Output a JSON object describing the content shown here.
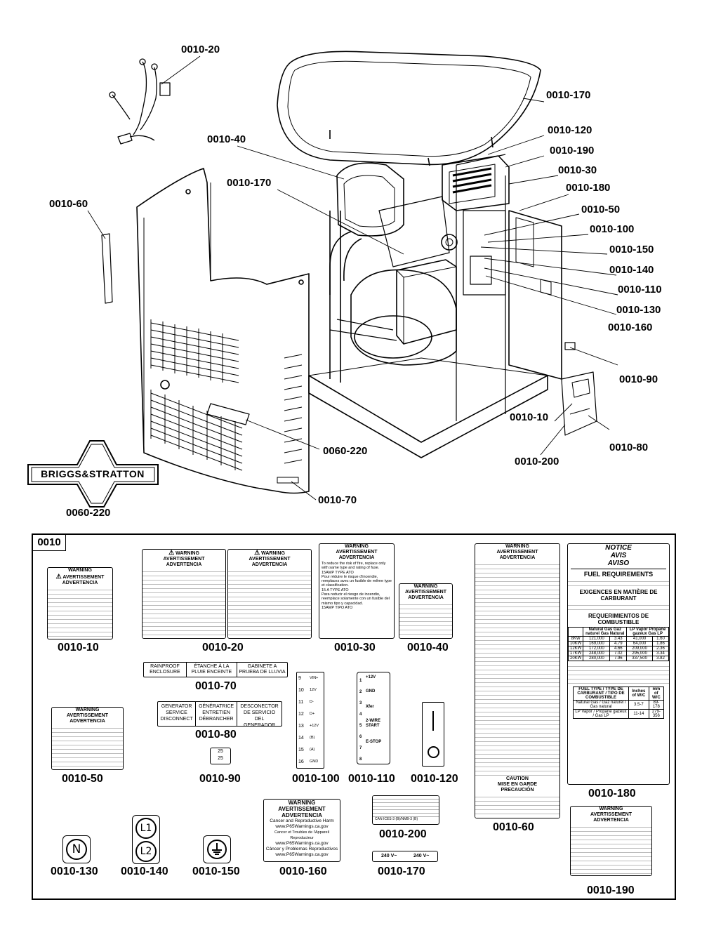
{
  "diagram_callouts": [
    {
      "id": "c20",
      "text": "0010-20"
    },
    {
      "id": "c170a",
      "text": "0010-170"
    },
    {
      "id": "c120",
      "text": "0010-120"
    },
    {
      "id": "c190",
      "text": "0010-190"
    },
    {
      "id": "c40",
      "text": "0010-40"
    },
    {
      "id": "c30",
      "text": "0010-30"
    },
    {
      "id": "c170b",
      "text": "0010-170"
    },
    {
      "id": "c180",
      "text": "0010-180"
    },
    {
      "id": "c60",
      "text": "0010-60"
    },
    {
      "id": "c50",
      "text": "0010-50"
    },
    {
      "id": "c100",
      "text": "0010-100"
    },
    {
      "id": "c150",
      "text": "0010-150"
    },
    {
      "id": "c140",
      "text": "0010-140"
    },
    {
      "id": "c110",
      "text": "0010-110"
    },
    {
      "id": "c130",
      "text": "0010-130"
    },
    {
      "id": "c160",
      "text": "0010-160"
    },
    {
      "id": "c90",
      "text": "0010-90"
    },
    {
      "id": "c10",
      "text": "0010-10"
    },
    {
      "id": "c220a",
      "text": "0060-220"
    },
    {
      "id": "c80",
      "text": "0010-80"
    },
    {
      "id": "c200",
      "text": "0010-200"
    },
    {
      "id": "c70",
      "text": "0010-70"
    },
    {
      "id": "c220b",
      "text": "0060-220"
    }
  ],
  "logo_text": "BRIGGS&STRATTON",
  "kit": {
    "tag": "0010",
    "part_labels": {
      "p10": "0010-10",
      "p20": "0010-20",
      "p30": "0010-30",
      "p40": "0010-40",
      "p60": "0010-60",
      "p180": "0010-180",
      "p70": "0010-70",
      "p80": "0010-80",
      "p50": "0010-50",
      "p90": "0010-90",
      "p100": "0010-100",
      "p110": "0010-110",
      "p120": "0010-120",
      "p200": "0010-200",
      "p190": "0010-190",
      "p130": "0010-130",
      "p140": "0010-140",
      "p150": "0010-150",
      "p160": "0010-160",
      "p170": "0010-170"
    },
    "warning_banner": [
      "WARNING",
      "AVERTISSEMENT",
      "ADVERTENCIA"
    ],
    "decal_70": [
      "RAINPROOF ENCLOSURE",
      "ÉTANCHE À LA PLUIE ENCEINTE",
      "GABINETE A PRUEBA DE LLUVIA"
    ],
    "decal_80": [
      "GENERATOR SERVICE DISCONNECT",
      "GÉNÉRATRICE ENTRETIEN DÉBRANCHER",
      "DESCONECTOR DE SERVICIO DEL GENERADOR"
    ],
    "decal_30_text": {
      "en": "To reduce the risk of fire, replace only with same type and rating of fuse.",
      "en_spec": "15AMP TYPE ATO",
      "fr": "Pour réduire le risque d'incendie, remplacez avec un fusible de même type et classification.",
      "fr_spec": "15 A TYPE ATO",
      "es": "Para reducir el riesgo de incendio, reemplace solamente con un fusible del mismo tipo y capacidad.",
      "es_spec": "15AMP TIPO ATO"
    },
    "decal_110_terminals": [
      "+12V",
      "GND",
      "Xfer",
      "2-WIRE START",
      "E-STOP"
    ],
    "decal_100_left": [
      "9",
      "10",
      "11",
      "12",
      "13",
      "14",
      "15",
      "16"
    ],
    "decal_100_right": [
      "VIN+ 12V",
      "D-",
      "D+",
      "",
      "+12V",
      "(B)",
      "(A)",
      "GND"
    ],
    "decal_90": [
      "25",
      "25"
    ],
    "decal_180": {
      "notice": [
        "NOTICE",
        "AVIS",
        "AVISO"
      ],
      "fuel_title": "FUEL REQUIREMENTS",
      "fr_title": "EXIGENCES EN MATIÈRE DE CARBURANT",
      "es_title": "REQUERIMIENTOS DE COMBUSTIBLE",
      "table_head": [
        "",
        "Natural Gas Gaz naturel Gas Natural",
        "LP Vapor Propane gazeux Gas LP"
      ],
      "table_rows": [
        [
          "8KW",
          "121,000",
          "3.43",
          "41,000",
          "1.60"
        ],
        [
          "10KW",
          "169,000",
          "4.79",
          "64,000",
          "1.86"
        ],
        [
          "12KW",
          "172,000",
          "4.66",
          "209,000",
          "2.36"
        ],
        [
          "17KW",
          "248,000",
          "7.02",
          "295,000",
          "3.34"
        ],
        [
          "20KW",
          "280,000",
          "7.96",
          "337,500",
          "3.82"
        ]
      ],
      "pressure_head": [
        "FUEL TYPE / TYPE DE CARBURANT / TIPO DE COMBUSTIBLE",
        "Inches of W/C",
        "mm of W/C"
      ],
      "pressure_rows": [
        [
          "Natural Gas / Gaz naturel / Gas natural",
          "3.5-7",
          "89-178"
        ],
        [
          "LP Vapor / Propane gazeux / Gas LP",
          "11-14",
          "279-356"
        ]
      ]
    },
    "decal_160": [
      "WARNING",
      "AVERTISSEMENT",
      "ADVERTENCIA",
      "Cancer and Reproductive Harm",
      "www.P65Warnings.ca.gov",
      "Cancer et Troubles de l'Appareil Reproducteur",
      "www.P65Warnings.ca.gov",
      "Cáncer y Problemas Reproductivos",
      "www.P65Warnings.ca.gov"
    ],
    "decal_60_caution": [
      "CAUTION",
      "MISE EN GARDE",
      "PRECAUCIÓN"
    ],
    "decal_200_line": "CAN ICES-3 (B)/NMB-3 (B)",
    "decal_170": [
      "240 V~",
      "240 V~"
    ],
    "decal_130": "N",
    "decal_140": [
      "L1",
      "L2"
    ]
  }
}
